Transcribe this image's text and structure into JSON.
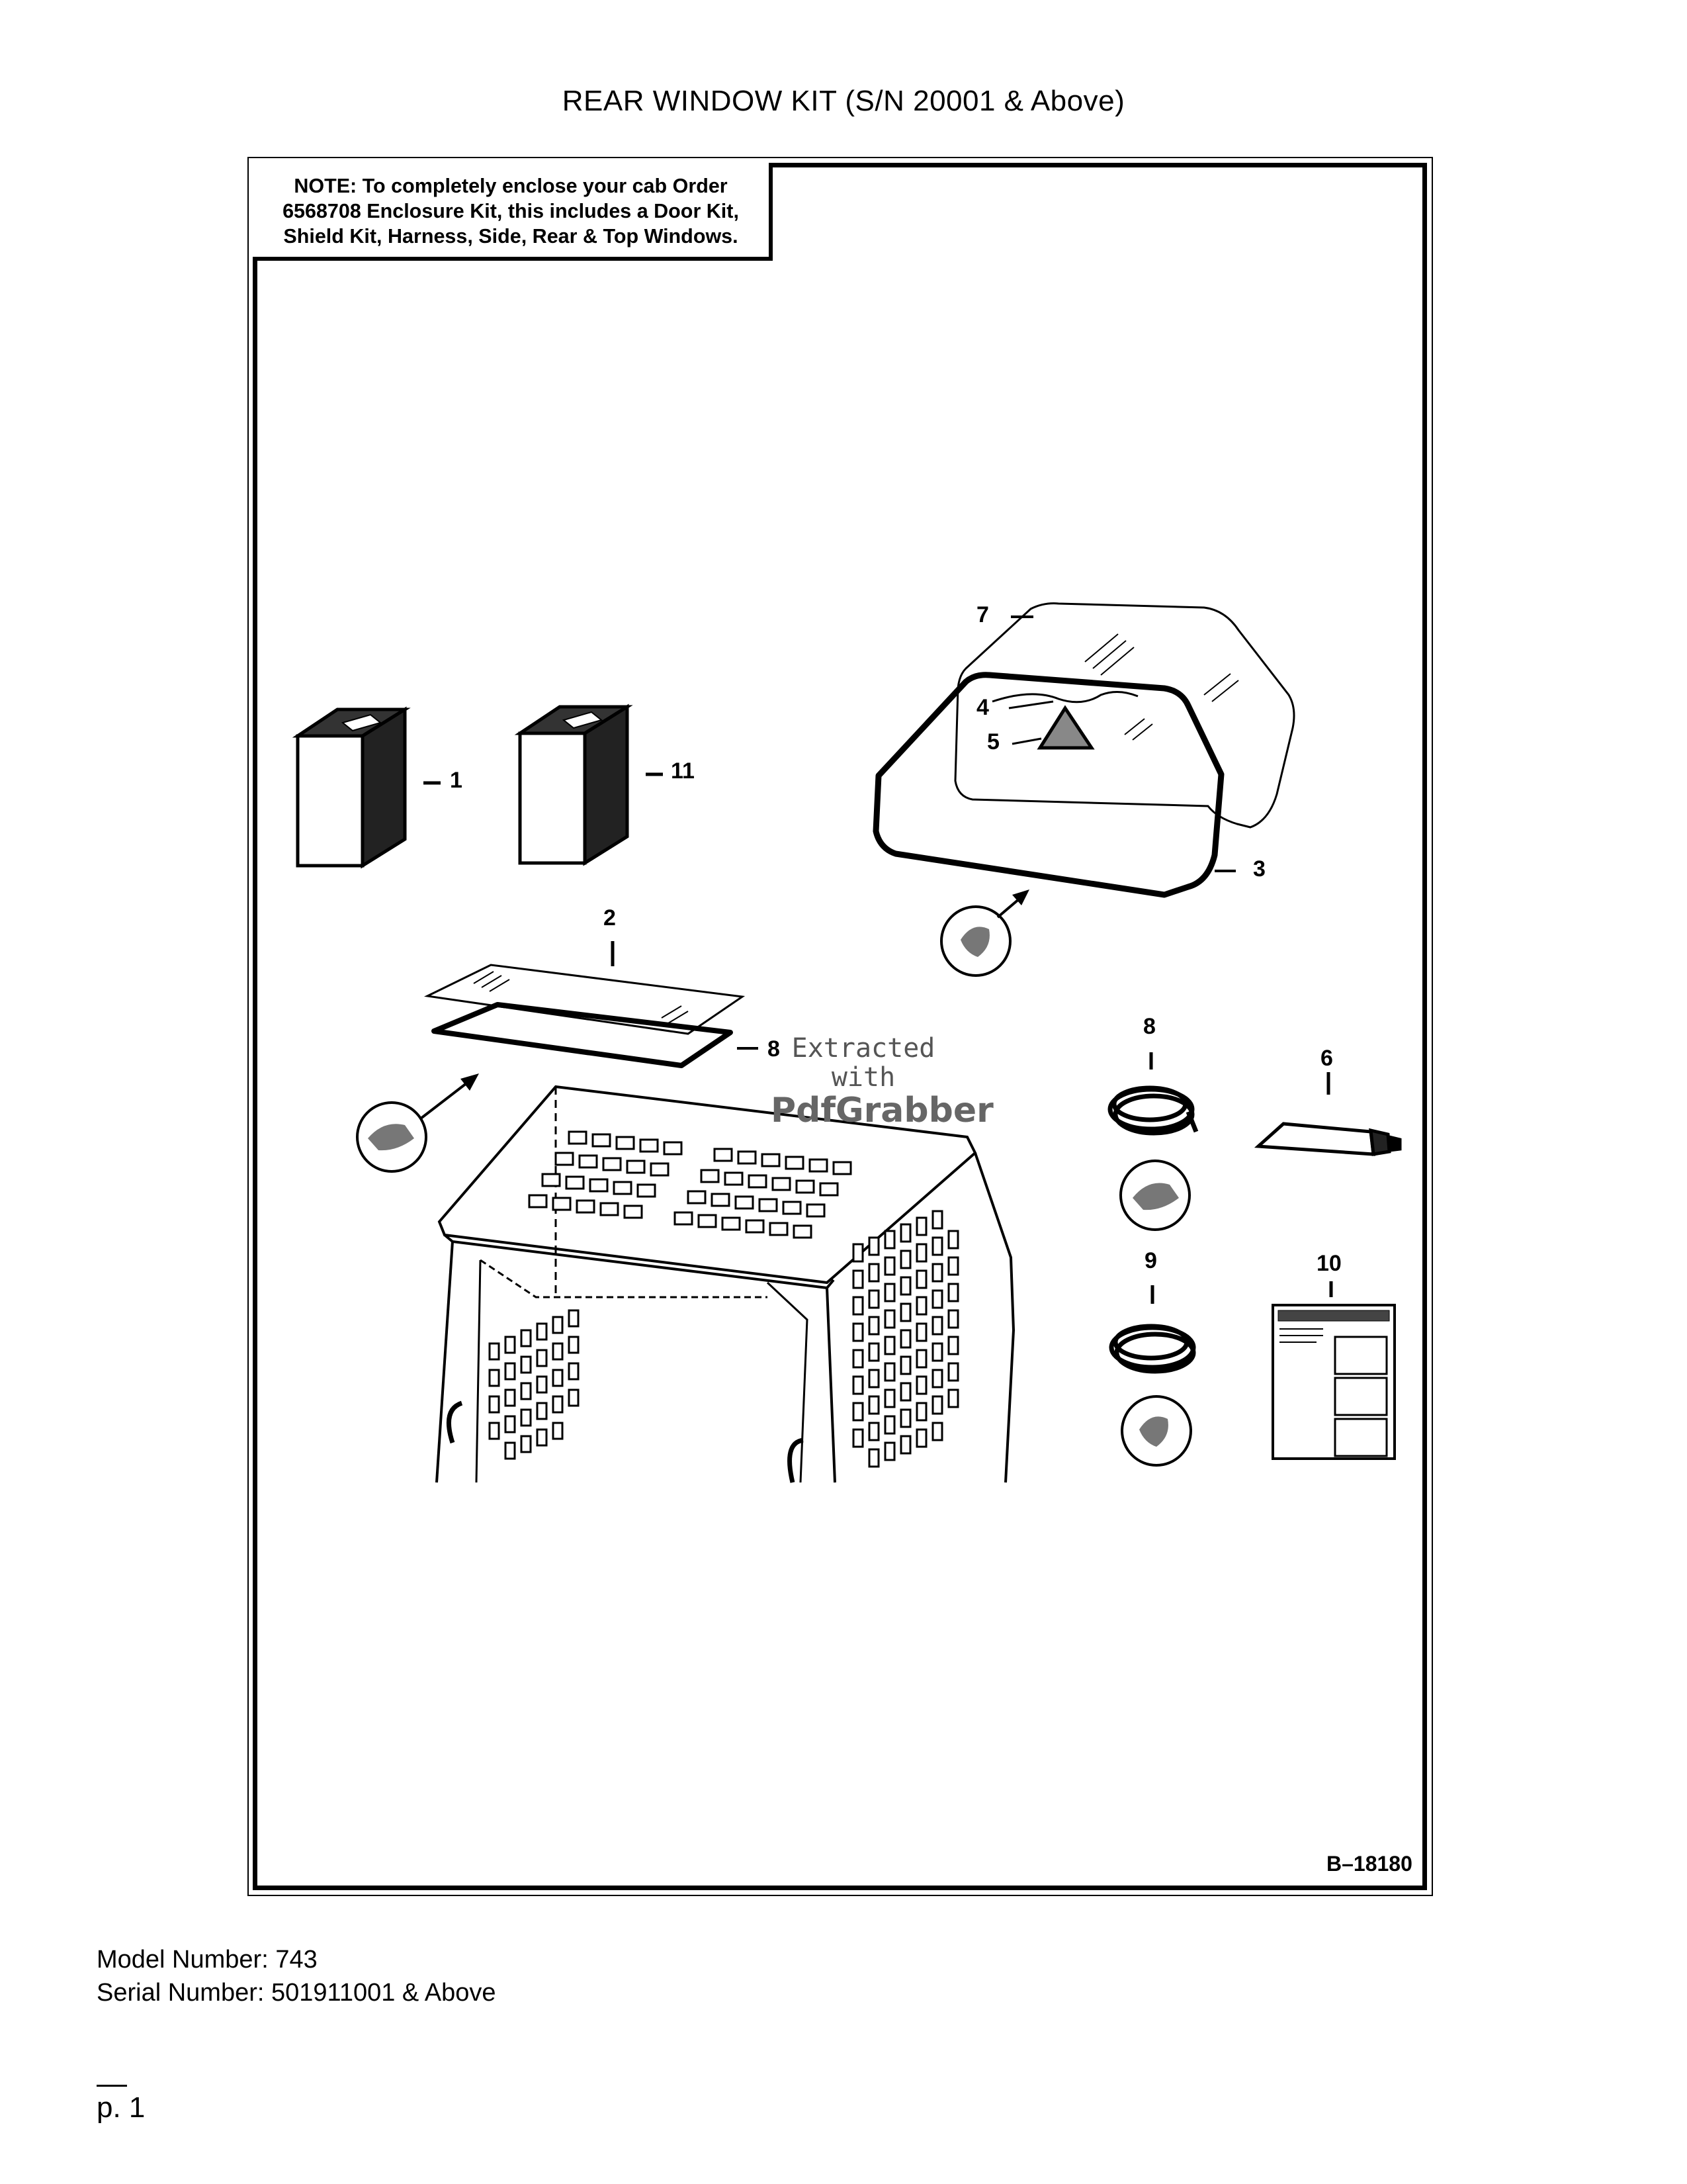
{
  "page": {
    "title": "REAR WINDOW KIT (S/N 20001 & Above)"
  },
  "note": {
    "label": "NOTE:",
    "text": " To completely enclose your cab Order 6568708 Enclosure Kit, this includes a Door Kit, Shield Kit, Harness, Side, Rear & Top Windows."
  },
  "figure": {
    "code": "B–18180",
    "callouts": {
      "c1": "1",
      "c2": "2",
      "c3": "3",
      "c4": "4",
      "c5": "5",
      "c6": "6",
      "c7": "7",
      "c8": "8",
      "c8b": "8",
      "c9": "9",
      "c10": "10",
      "c11": "11"
    }
  },
  "watermark": {
    "line1": "Extracted",
    "line2": "with",
    "line3": "PdfGrabber"
  },
  "footer": {
    "model": "Model Number: 743",
    "serial": "Serial Number: 501911001 & Above",
    "page": "p. 1"
  }
}
